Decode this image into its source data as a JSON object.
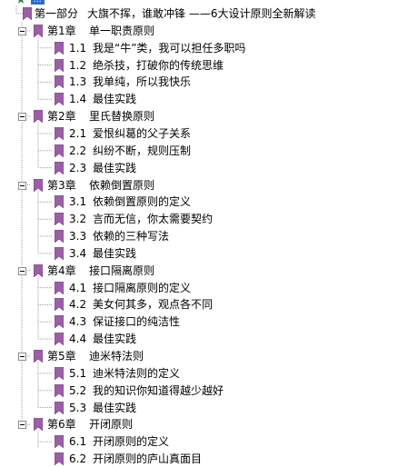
{
  "header_partial_label": "...",
  "part": {
    "label": "第一部分",
    "title": "大旗不挥，谁敢冲锋 ——6大设计原则全新解读"
  },
  "chapters": [
    {
      "label": "第1章",
      "title": "单一职责原则",
      "sections": [
        {
          "num": "1.1",
          "title": "我是“牛”类，我可以担任多职吗"
        },
        {
          "num": "1.2",
          "title": "绝杀技，打破你的传统思维"
        },
        {
          "num": "1.3",
          "title": "我单纯，所以我快乐"
        },
        {
          "num": "1.4",
          "title": "最佳实践"
        }
      ]
    },
    {
      "label": "第2章",
      "title": "里氏替换原则",
      "sections": [
        {
          "num": "2.1",
          "title": "爱恨纠葛的父子关系"
        },
        {
          "num": "2.2",
          "title": "纠纷不断，规则压制"
        },
        {
          "num": "2.3",
          "title": "最佳实践"
        }
      ]
    },
    {
      "label": "第3章",
      "title": "依赖倒置原则",
      "sections": [
        {
          "num": "3.1",
          "title": "依赖倒置原则的定义"
        },
        {
          "num": "3.2",
          "title": "言而无信，你太需要契约"
        },
        {
          "num": "3.3",
          "title": "依赖的三种写法"
        },
        {
          "num": "3.4",
          "title": "最佳实践"
        }
      ]
    },
    {
      "label": "第4章",
      "title": "接口隔离原则",
      "sections": [
        {
          "num": "4.1",
          "title": "接口隔离原则的定义"
        },
        {
          "num": "4.2",
          "title": "美女何其多，观点各不同"
        },
        {
          "num": "4.3",
          "title": "保证接口的纯洁性"
        },
        {
          "num": "4.4",
          "title": "最佳实践"
        }
      ]
    },
    {
      "label": "第5章",
      "title": "迪米特法则",
      "sections": [
        {
          "num": "5.1",
          "title": "迪米特法则的定义"
        },
        {
          "num": "5.2",
          "title": "我的知识你知道得越少越好"
        },
        {
          "num": "5.3",
          "title": "最佳实践"
        }
      ]
    },
    {
      "label": "第6章",
      "title": "开闭原则",
      "sections": [
        {
          "num": "6.1",
          "title": "开闭原则的定义"
        },
        {
          "num": "6.2",
          "title": "开闭原则的庐山真面目"
        }
      ]
    }
  ],
  "colors": {
    "bookmark": "#9b5fa6",
    "bookmark_dark": "#6e3a78",
    "selection": "#316ac5",
    "tree_line": "#a0a0a0",
    "star": "#1f8a3c"
  }
}
